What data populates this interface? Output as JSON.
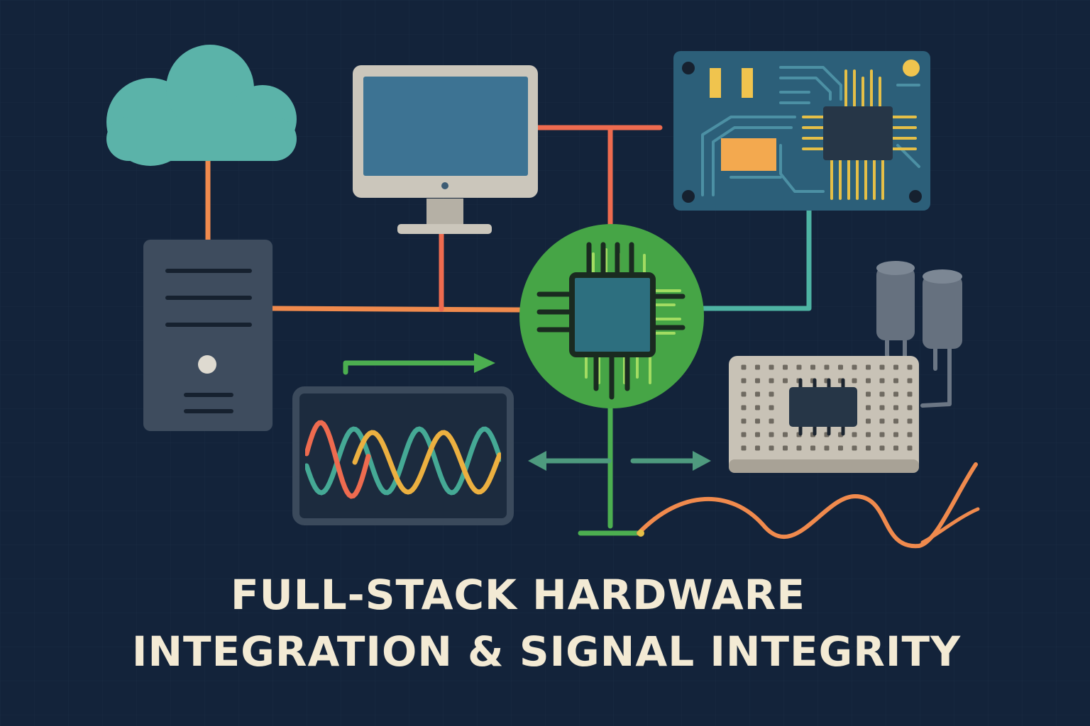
{
  "title": {
    "line1": "FULL-STACK HARDWARE",
    "line2": "INTEGRATION & SIGNAL INTEGRITY"
  },
  "nodes": [
    {
      "id": "cloud",
      "icon": "cloud-icon"
    },
    {
      "id": "monitor",
      "icon": "monitor-icon"
    },
    {
      "id": "pcb",
      "icon": "circuit-board-icon"
    },
    {
      "id": "server",
      "icon": "server-tower-icon"
    },
    {
      "id": "processor",
      "icon": "microchip-icon"
    },
    {
      "id": "capacitors",
      "icon": "capacitor-icon"
    },
    {
      "id": "breadboard",
      "icon": "breadboard-icon"
    },
    {
      "id": "oscilloscope",
      "icon": "oscilloscope-icon"
    }
  ],
  "colors": {
    "background": "#13233a",
    "grid": "#1b2c44",
    "cloud": "#5bb3a9",
    "server": "#3e4c5e",
    "monitor_frame": "#cbc6bb",
    "monitor_screen": "#3d7393",
    "pcb": "#2c5f79",
    "pcb_trace": "#4c90a4",
    "chip": "#263647",
    "gold": "#e5bf47",
    "hub": "#46a546",
    "wire_orange": "#f08a4d",
    "wire_red": "#ee6b4f",
    "wire_teal": "#4eb3a3",
    "wire_green": "#4caf50",
    "wave_teal": "#45a995",
    "wave_yellow": "#ecb040",
    "wave_red": "#ee6b4f",
    "breadboard": "#c8c2b6",
    "title_text": "#f3ead4"
  }
}
